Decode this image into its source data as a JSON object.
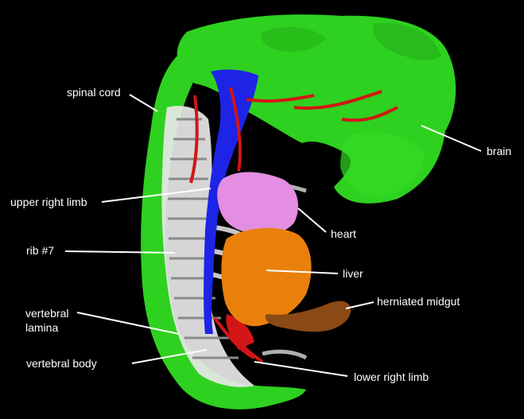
{
  "colors": {
    "background": "#000000",
    "brain_and_cord": "#2ed11f",
    "vessels_blue": "#1d24e6",
    "vessels_red": "#d21515",
    "heart": "#e38ee2",
    "liver": "#e9800c",
    "midgut": "#8a4a16",
    "bone": "#e8e8e8",
    "leader_lines": "#ffffff"
  },
  "labels": {
    "spinal_cord": "spinal cord",
    "brain": "brain",
    "upper_right_limb": "upper right limb",
    "heart": "heart",
    "rib7": "rib #7",
    "liver": "liver",
    "vertebral_lamina_line1": "vertebral",
    "vertebral_lamina_line2": "lamina",
    "herniated_midgut": "herniated midgut",
    "vertebral_body": "vertebral body",
    "lower_right_limb": "lower right limb"
  }
}
